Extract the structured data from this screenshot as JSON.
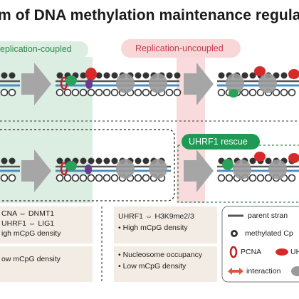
{
  "title": "m of DNA methylation maintenance regula",
  "pills": {
    "coupled": "eplication-coupled",
    "uncoupled": "Replication-uncoupled",
    "rescue": "UHRF1 rescue"
  },
  "boxes": {
    "coupled_top": [
      "CNA ⇔ DNMT1",
      "UHRF1 ⇔ LIG1",
      "igh mCpG density"
    ],
    "coupled_bottom": [
      "ow mCpG density"
    ],
    "uncoupled_top": [
      "UHRF1 ⇔ H3K9me2/3",
      "• High mCpG density"
    ],
    "uncoupled_bottom": [
      "• Nucleosome occupancy",
      "• Low mCpG density"
    ]
  },
  "legend": {
    "parent_strand": "parent stran",
    "methylated": "methylated Cp",
    "pcna": "PCNA",
    "uhrf1": "UHI",
    "interaction": "interaction"
  },
  "colors": {
    "coupled_fill": "#dceee2",
    "coupled_text": "#2d8a4e",
    "uncoupled_fill": "#f8d7d9",
    "uncoupled_text": "#c8394a",
    "rescue_fill": "#1f9a55",
    "box_fill": "#f3ece4",
    "strand_blue": "#4a90c4",
    "uhrf1_red": "#d62a2a",
    "dnmt1_green": "#2aa15a",
    "purple": "#6b3a8e",
    "nucleosome_gray": "#9a9a9a"
  }
}
